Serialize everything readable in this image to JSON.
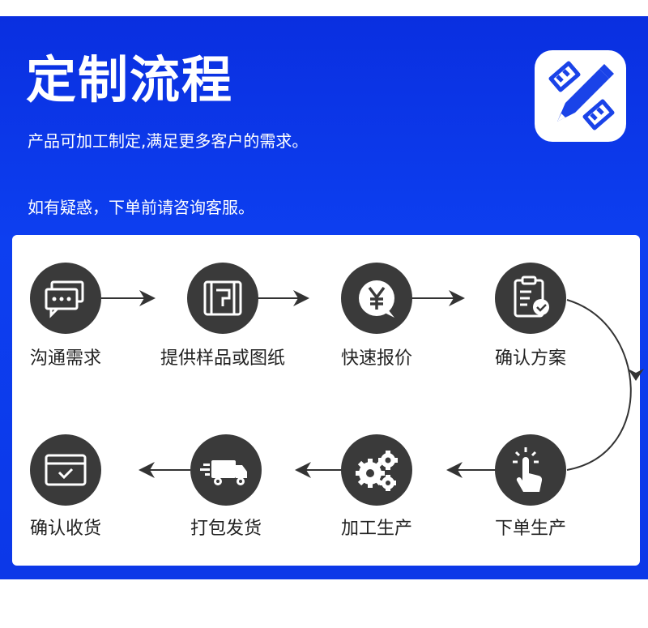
{
  "header": {
    "title": "定制流程",
    "subtitle": "产品可加工制定,满足更多客户的需求。",
    "note": "如有疑惑，下单前请咨询客服。",
    "logo_icon": "pencil-ruler-icon"
  },
  "steps": [
    {
      "label": "沟通需求",
      "icon": "chat-bubbles-icon"
    },
    {
      "label": "提供样品或图纸",
      "icon": "blueprint-icon"
    },
    {
      "label": "快速报价",
      "icon": "yen-quote-icon"
    },
    {
      "label": "确认方案",
      "icon": "clipboard-check-icon"
    },
    {
      "label": "下单生产",
      "icon": "tap-finger-icon"
    },
    {
      "label": "加工生产",
      "icon": "gears-icon"
    },
    {
      "label": "打包发货",
      "icon": "delivery-truck-icon"
    },
    {
      "label": "确认收货",
      "icon": "box-check-icon"
    }
  ],
  "colors": {
    "banner": "#0c38e8",
    "circle": "#3a3a3a",
    "arrow": "#333333",
    "logo_blue": "#1a43e8"
  }
}
